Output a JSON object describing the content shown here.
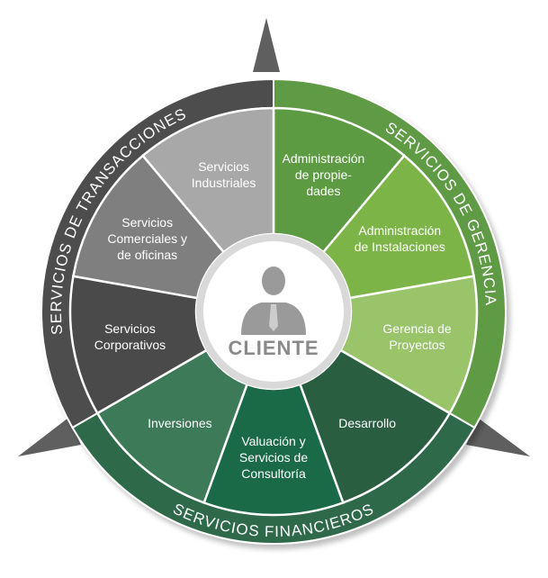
{
  "diagram": {
    "center": {
      "label": "CLIENTE",
      "icon": "businessman-icon",
      "colors": {
        "fill": "#ffffff",
        "border": "#d9d9d9",
        "icon": "#9a9a9a",
        "text": "#8a8a8a"
      }
    },
    "rings": [
      {
        "key": "transacciones",
        "label": "SERVICIOS DE TRANSACCIONES",
        "color": "#4d4d4d"
      },
      {
        "key": "gerencia",
        "label": "SERVICIOS DE GERENCIA",
        "color": "#5e9a45"
      },
      {
        "key": "financieros",
        "label": "SERVICIOS FINANCIEROS",
        "color": "#2f6b48"
      }
    ],
    "segments": [
      {
        "lines": [
          "Administración",
          "de propie-",
          "dades"
        ],
        "color": "#5d9b43"
      },
      {
        "lines": [
          "Administración",
          "de Instalaciones"
        ],
        "color": "#7db448"
      },
      {
        "lines": [
          "Gerencia de",
          "Proyectos"
        ],
        "color": "#99c46a"
      },
      {
        "lines": [
          "Desarrollo"
        ],
        "color": "#2a5e40"
      },
      {
        "lines": [
          "Valuación y",
          "Servicios de",
          "Consultoría"
        ],
        "color": "#1a6a48"
      },
      {
        "lines": [
          "Inversiones"
        ],
        "color": "#3c7a58"
      },
      {
        "lines": [
          "Servicios",
          "Corporativos"
        ],
        "color": "#4a4a4a"
      },
      {
        "lines": [
          "Servicios",
          "Comerciales y",
          "de oficinas"
        ],
        "color": "#7f7f7f"
      },
      {
        "lines": [
          "Servicios",
          "Industriales"
        ],
        "color": "#a8a8a8"
      }
    ],
    "compass_color": "#5f5f5f"
  }
}
